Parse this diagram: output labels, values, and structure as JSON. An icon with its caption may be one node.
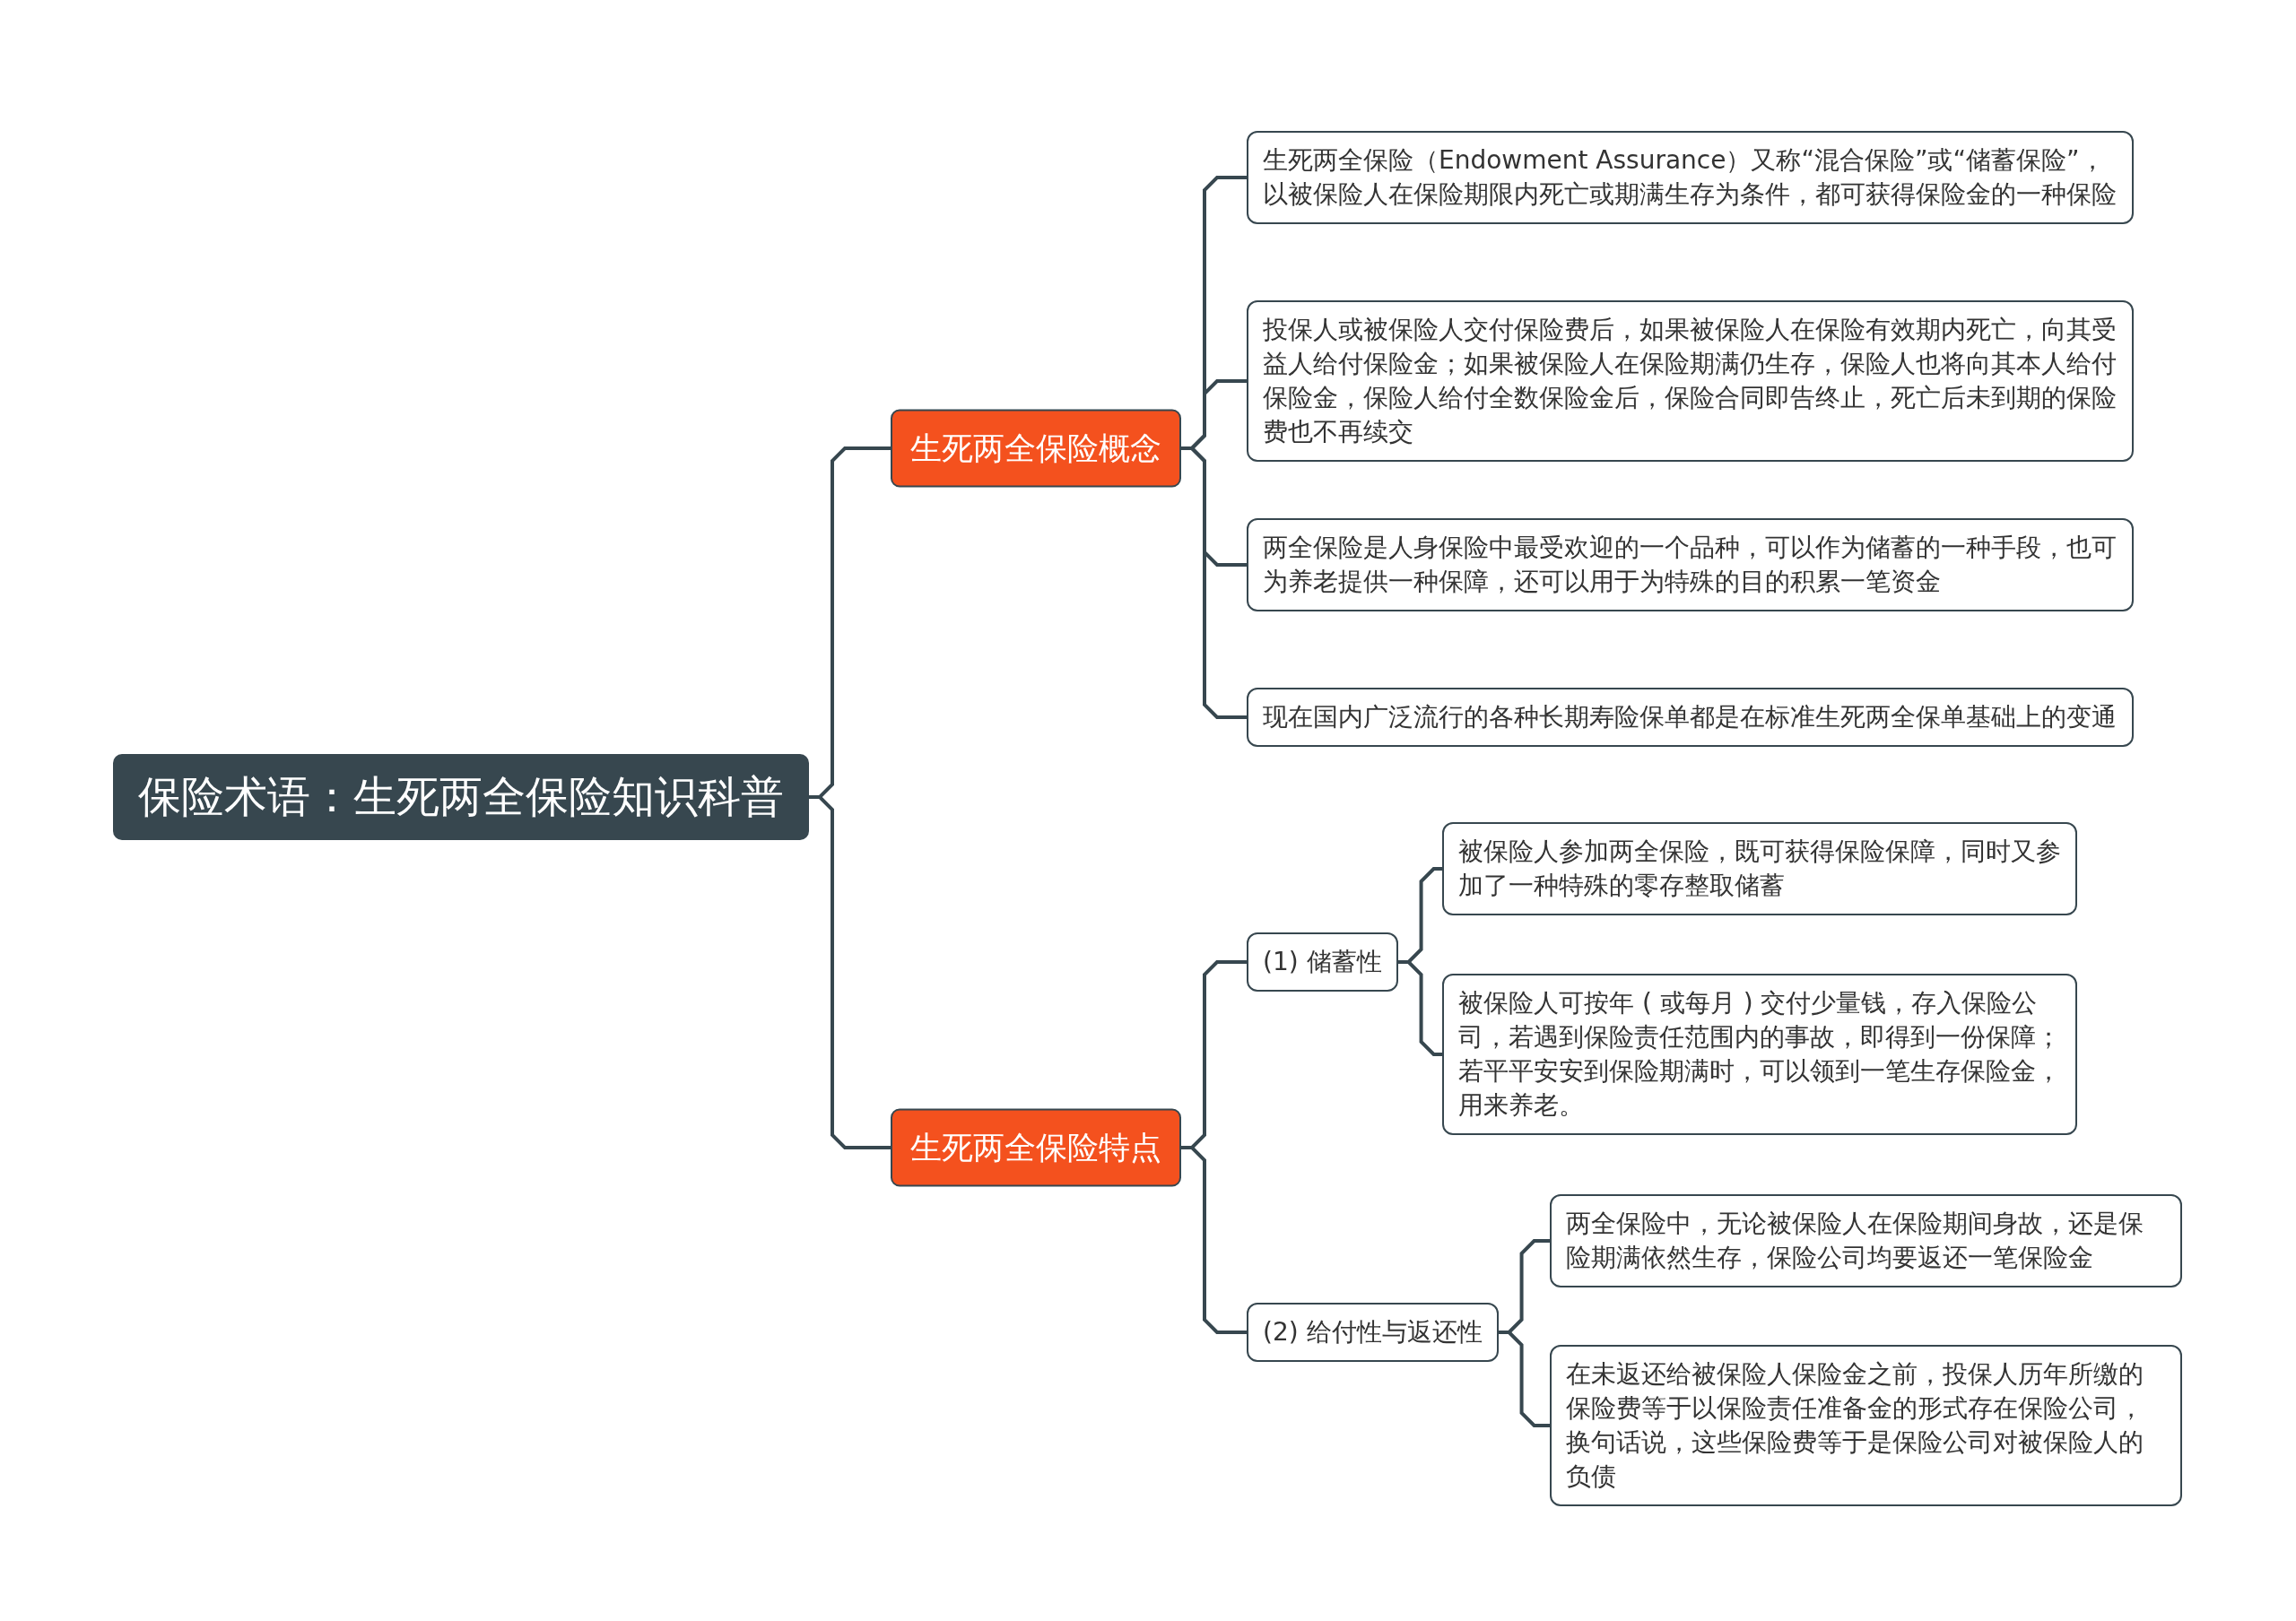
{
  "diagram": {
    "nodes": [
      {
        "text": [
          "保险术语：生死两全保险知识科普"
        ]
      },
      {
        "text": [
          "生死两全保险概念"
        ]
      },
      {
        "text": [
          "生死两全保险（Endowment Assurance）又称“混合保险”或“储蓄保险”，以被保险人在保险期限内死亡或期满生存为条件，都可获得保险金的一种保险"
        ]
      },
      {
        "text": [
          "投保人或被保险人交付保险费后，如果被保险人在保险有效期内死亡，向其受益人给付保险金；如果被保险人在保险期满仍生存，保险人也将向其本人给付保险金，保险人给付全数保险金后，保险合同即告终止，死亡后未到期的保险费也不再续交"
        ]
      },
      {
        "text": [
          "两全保险是人身保险中最受欢迎的一个品种，可以作为储蓄的一种手段，也可为养老提供一种保障，还可以用于为特殊的目的积累一笔资金"
        ]
      },
      {
        "text": [
          "现在国内广泛流行的各种长期寿险保单都是在标准生死两全保单基础上的变通"
        ]
      },
      {
        "text": [
          "生死两全保险特点"
        ]
      },
      {
        "text": [
          "(1) 储蓄性"
        ]
      },
      {
        "text": [
          "被保险人参加两全保险，既可获得保险保障，同时又参加了一种特殊的零存整取储蓄"
        ]
      },
      {
        "text": [
          "被保险人可按年 ( 或每月 ) 交付少量钱，存入保险公司，若遇到保险责任范围内的事故，即得到一份保障；若平平安安到保险期满时，可以领到一笔生存保险金，用来养老。"
        ]
      },
      {
        "text": [
          "(2) 给付性与返还性"
        ]
      },
      {
        "text": [
          "两全保险中，无论被保险人在保险期间身故，还是保险期满依然生存，保险公司均要返还一笔保险金"
        ]
      },
      {
        "text": [
          "在未返还给被保险人保险金之前，投保人历年所缴的保险费等于以保险责任准备金的形式存在保险公司，换句话说，这些保险费等于是保险公司对被保险人的负债"
        ]
      }
    ],
    "edges": [
      {
        "from": 0,
        "to": 1,
        "arrow": "none"
      },
      {
        "from": 1,
        "to": 2,
        "arrow": "none"
      },
      {
        "from": 1,
        "to": 3,
        "arrow": "none"
      },
      {
        "from": 1,
        "to": 4,
        "arrow": "none"
      },
      {
        "from": 1,
        "to": 5,
        "arrow": "none"
      },
      {
        "from": 0,
        "to": 6,
        "arrow": "none"
      },
      {
        "from": 6,
        "to": 7,
        "arrow": "none"
      },
      {
        "from": 7,
        "to": 8,
        "arrow": "none"
      },
      {
        "from": 7,
        "to": 9,
        "arrow": "none"
      },
      {
        "from": 6,
        "to": 10,
        "arrow": "none"
      },
      {
        "from": 10,
        "to": 11,
        "arrow": "none"
      },
      {
        "from": 10,
        "to": 12,
        "arrow": "none"
      }
    ]
  }
}
